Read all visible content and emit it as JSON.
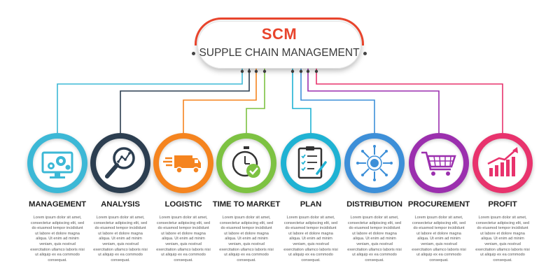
{
  "header": {
    "title": "SCM",
    "subtitle": "SUPPLE CHAIN MANAGEMENT"
  },
  "colors": {
    "title_red": "#e8442c",
    "text_dark": "#222222"
  },
  "steps": [
    {
      "label": "MANAGEMENT",
      "icon": "monitor-gears-icon",
      "color": "#3cb8d6",
      "body": "Lorem ipsum dolor sit amet, consectetur adipiscing elit, sed do eiusmod tempor incididunt ut labore et dolore magna aliqua. Ut enim ad minim veniam, quis nostrud exercitation ullamco laboris nisi ut aliquip ex ea commodo consequat."
    },
    {
      "label": "ANALYSIS",
      "icon": "magnifier-chart-icon",
      "color": "#2c3e50",
      "body": "Lorem ipsum dolor sit amet, consectetur adipiscing elit, sed do eiusmod tempor incididunt ut labore et dolore magna aliqua. Ut enim ad minim veniam, quis nostrud exercitation ullamco laboris nisi ut aliquip ex ea commodo consequat."
    },
    {
      "label": "LOGISTIC",
      "icon": "delivery-truck-icon",
      "color": "#f5841f",
      "body": "Lorem ipsum dolor sit amet, consectetur adipiscing elit, sed do eiusmod tempor incididunt ut labore et dolore magna aliqua. Ut enim ad minim veniam, quis nostrud exercitation ullamco laboris nisi ut aliquip ex ea commodo consequat."
    },
    {
      "label": "TIME TO MARKET",
      "icon": "stopwatch-check-icon",
      "color": "#7dc242",
      "body": "Lorem ipsum dolor sit amet, consectetur adipiscing elit, sed do eiusmod tempor incididunt ut labore et dolore magna aliqua. Ut enim ad minim veniam, quis nostrud exercitation ullamco laboris nisi ut aliquip ex ea commodo consequat."
    },
    {
      "label": "PLAN",
      "icon": "clipboard-checklist-icon",
      "color": "#1fb2d3",
      "body": "Lorem ipsum dolor sit amet, consectetur adipiscing elit, sed do eiusmod tempor incididunt ut labore et dolore magna aliqua. Ut enim ad minim veniam, quis nostrud exercitation ullamco laboris nisi ut aliquip ex ea commodo consequat."
    },
    {
      "label": "DISTRIBUTION",
      "icon": "distribution-arrows-icon",
      "color": "#3d8fd8",
      "body": "Lorem ipsum dolor sit amet, consectetur adipiscing elit, sed do eiusmod tempor incididunt ut labore et dolore magna aliqua. Ut enim ad minim veniam, quis nostrud exercitation ullamco laboris nisi ut aliquip ex ea commodo consequat."
    },
    {
      "label": "PROCUREMENT",
      "icon": "shopping-cart-icon",
      "color": "#9b2fae",
      "body": "Lorem ipsum dolor sit amet, consectetur adipiscing elit, sed do eiusmod tempor incididunt ut labore et dolore magna aliqua. Ut enim ad minim veniam, quis nostrud exercitation ullamco laboris nisi ut aliquip ex ea commodo consequat."
    },
    {
      "label": "PROFIT",
      "icon": "growth-chart-icon",
      "color": "#e8336d",
      "body": "Lorem ipsum dolor sit amet, consectetur adipiscing elit, sed do eiusmod tempor incididunt ut labore et dolore magna aliqua. Ut enim ad minim veniam, quis nostrud exercitation ullamco laboris nisi ut aliquip ex ea commodo consequat."
    }
  ]
}
